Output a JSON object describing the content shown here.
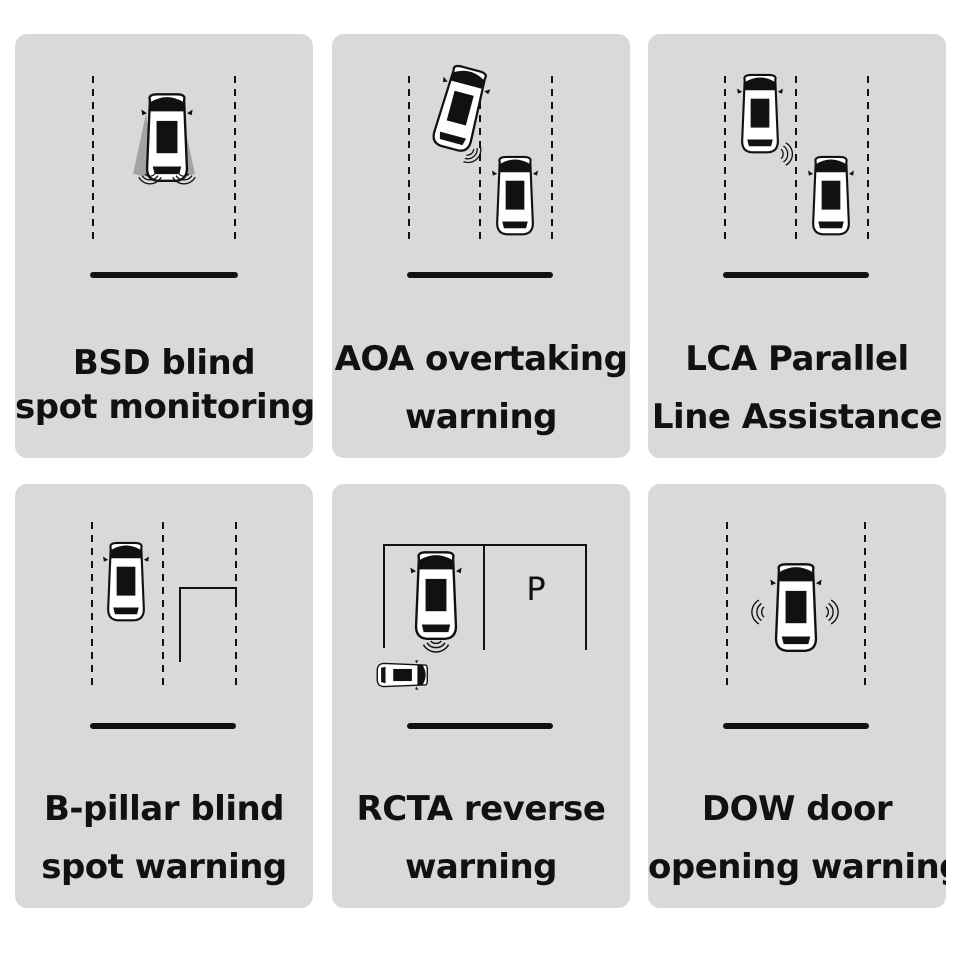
{
  "features": [
    {
      "line1": "BSD blind",
      "line2": "spot monitoring"
    },
    {
      "line1": "AOA overtaking",
      "line2": "warning"
    },
    {
      "line1": "LCA Parallel",
      "line2": "Line Assistance"
    },
    {
      "line1": "B-pillar blind",
      "line2": "spot warning"
    },
    {
      "line1": "RCTA reverse",
      "line2": "warning"
    },
    {
      "line1": "DOW door",
      "line2": "opening warning"
    }
  ],
  "parking_sign": "P",
  "colors": {
    "card_bg": "#d9d9d9",
    "ink": "#111111",
    "page_bg": "#ffffff"
  }
}
